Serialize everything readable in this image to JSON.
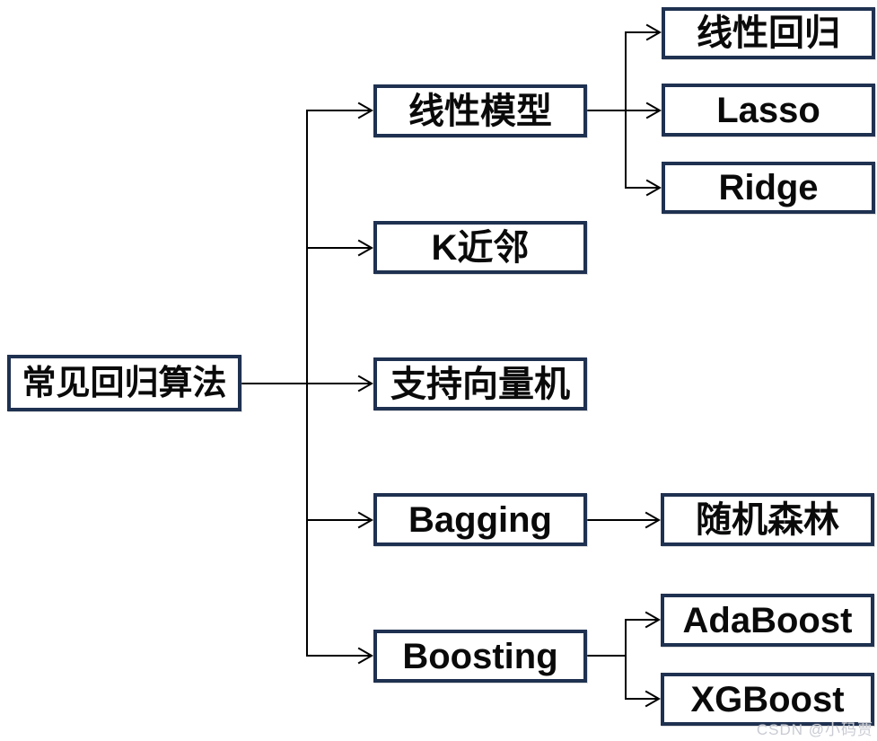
{
  "diagram": {
    "type": "tree-flowchart",
    "orientation": "left-to-right",
    "nodes": {
      "root": {
        "label": "常见回归算法"
      },
      "linear_model": {
        "label": "线性模型"
      },
      "knn": {
        "label": "K近邻"
      },
      "svm": {
        "label": "支持向量机"
      },
      "bagging": {
        "label": "Bagging"
      },
      "boosting": {
        "label": "Boosting"
      },
      "linear_regression": {
        "label": "线性回归"
      },
      "lasso": {
        "label": "Lasso"
      },
      "ridge": {
        "label": "Ridge"
      },
      "random_forest": {
        "label": "随机森林"
      },
      "adaboost": {
        "label": "AdaBoost"
      },
      "xgboost": {
        "label": "XGBoost"
      }
    },
    "edges": [
      {
        "from": "root",
        "to": "linear_model"
      },
      {
        "from": "root",
        "to": "knn"
      },
      {
        "from": "root",
        "to": "svm"
      },
      {
        "from": "root",
        "to": "bagging"
      },
      {
        "from": "root",
        "to": "boosting"
      },
      {
        "from": "linear_model",
        "to": "linear_regression"
      },
      {
        "from": "linear_model",
        "to": "lasso"
      },
      {
        "from": "linear_model",
        "to": "ridge"
      },
      {
        "from": "bagging",
        "to": "random_forest"
      },
      {
        "from": "boosting",
        "to": "adaboost"
      },
      {
        "from": "boosting",
        "to": "xgboost"
      }
    ]
  },
  "watermark": {
    "text": "CSDN @小码贾"
  },
  "colors": {
    "box_border": "#1f3150",
    "box_fill": "#ffffff",
    "text": "#0a0a0a",
    "connector": "#000000",
    "watermark": "#c9cbd3",
    "background": "#ffffff"
  }
}
